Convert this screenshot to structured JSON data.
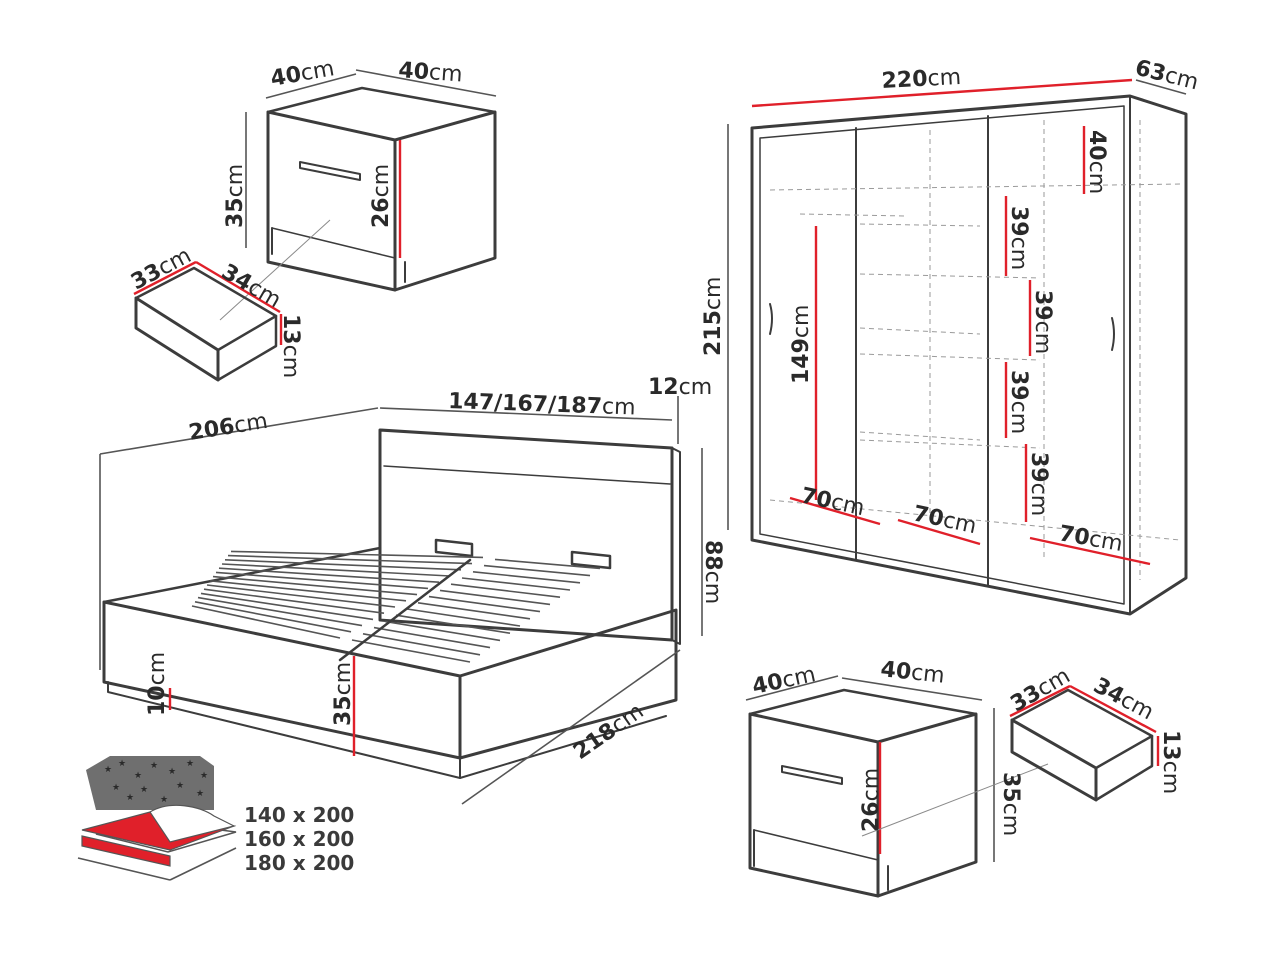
{
  "labels": {
    "ns1_w": [
      "40",
      "cm"
    ],
    "ns1_d": [
      "40",
      "cm"
    ],
    "ns1_h": [
      "35",
      "cm"
    ],
    "ns1_drawer_h": [
      "26",
      "cm"
    ],
    "dr1_w": [
      "33",
      "cm"
    ],
    "dr1_d": [
      "34",
      "cm"
    ],
    "dr1_h": [
      "13",
      "cm"
    ],
    "bed_len": [
      "206",
      "cm"
    ],
    "bed_width": [
      "147/167/187",
      "cm"
    ],
    "head_thick": [
      "12",
      "cm"
    ],
    "head_h": [
      "88",
      "cm"
    ],
    "bed_leg": [
      "10",
      "cm"
    ],
    "bed_frame_h": [
      "35",
      "cm"
    ],
    "bed_depth": [
      "218",
      "cm"
    ],
    "wd_w": [
      "220",
      "cm"
    ],
    "wd_d": [
      "63",
      "cm"
    ],
    "wd_h": [
      "215",
      "cm"
    ],
    "wd_rail": [
      "149",
      "cm"
    ],
    "wd_shelf1": [
      "40",
      "cm"
    ],
    "wd_shelf2": [
      "39",
      "cm"
    ],
    "wd_shelf3": [
      "39",
      "cm"
    ],
    "wd_shelf4": [
      "39",
      "cm"
    ],
    "wd_shelf5": [
      "39",
      "cm"
    ],
    "wd_sec1": [
      "70",
      "cm"
    ],
    "wd_sec2": [
      "70",
      "cm"
    ],
    "wd_sec3": [
      "70",
      "cm"
    ],
    "ns2_w": [
      "40",
      "cm"
    ],
    "ns2_d": [
      "40",
      "cm"
    ],
    "ns2_h": [
      "35",
      "cm"
    ],
    "ns2_drawer_h": [
      "26",
      "cm"
    ],
    "dr2_w": [
      "33",
      "cm"
    ],
    "dr2_d": [
      "34",
      "cm"
    ],
    "dr2_h": [
      "13",
      "cm"
    ]
  },
  "mattress_sizes": [
    "140 x 200",
    "160 x 200",
    "180 x 200"
  ],
  "colors": {
    "outline": "#3c3c3c",
    "dimension": "#555555",
    "highlight": "#e0202a",
    "sky": "#6f6f6f"
  }
}
